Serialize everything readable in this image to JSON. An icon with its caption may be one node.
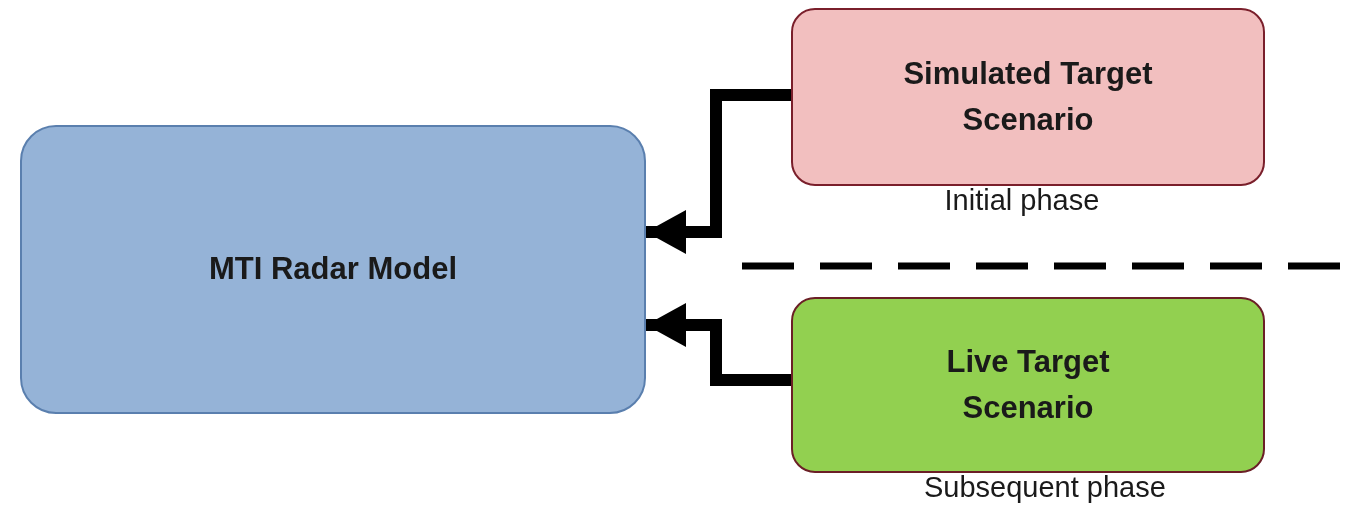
{
  "diagram": {
    "nodes": [
      {
        "text": [
          "MTI Radar Model"
        ]
      },
      {
        "text": [
          "Simulated Target Scenario"
        ],
        "beside": [
          "Initial phase"
        ]
      },
      {
        "text": [
          "Live Target Scenario"
        ],
        "beside": [
          "Subsequent phase"
        ]
      }
    ],
    "edges": [
      {
        "from": 1,
        "to": 0,
        "arrow": "to"
      },
      {
        "from": 2,
        "to": 0,
        "arrow": "to"
      }
    ]
  }
}
